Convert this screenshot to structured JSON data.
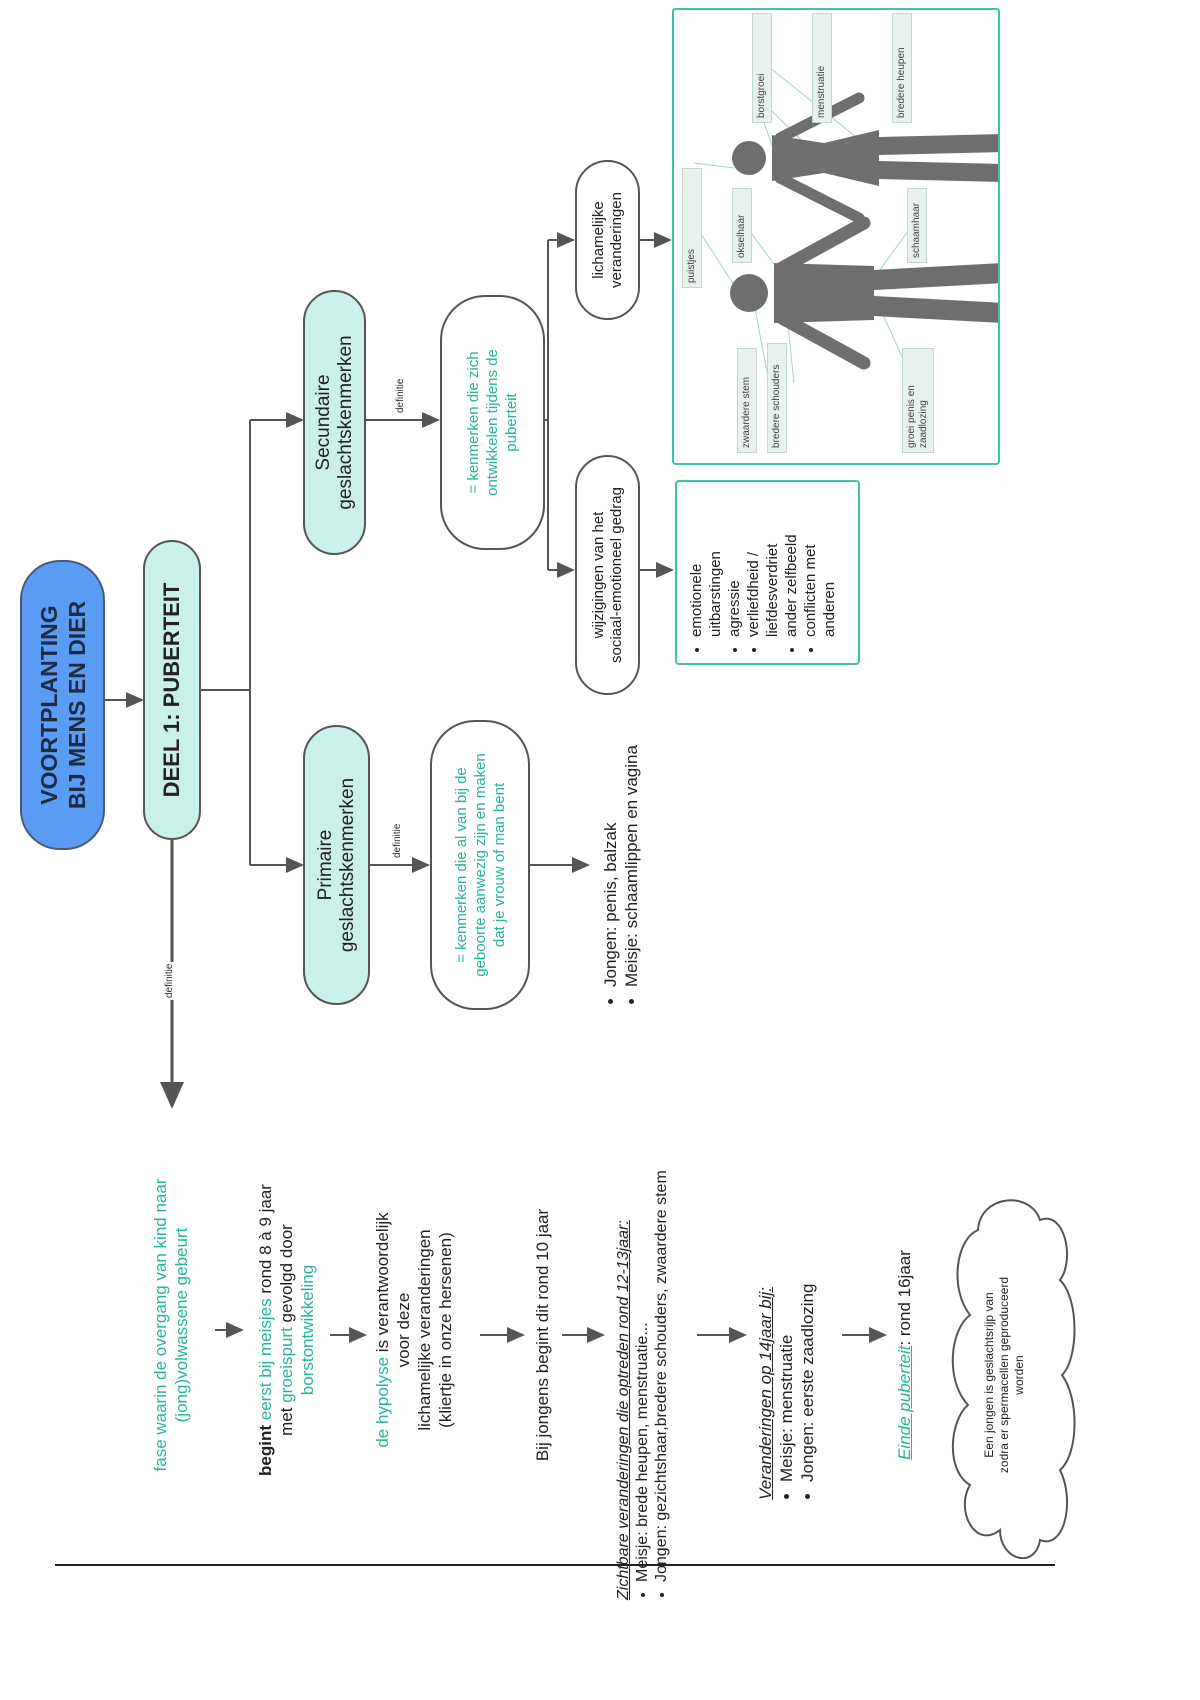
{
  "title": {
    "line1": "VOORTPLANTING",
    "line2": "BIJ MENS EN DIER"
  },
  "part": "DEEL 1: PUBERTEIT",
  "definition_label": "definitie",
  "definition": {
    "part1": "fase waarin de overgang van kind naar",
    "part2": "(jong)volwassene gebeurt"
  },
  "girls_start": {
    "begint": "begint",
    "eerst": "eerst bij meisjes",
    "rond": "rond 8 à 9 jaar",
    "met": "met",
    "groeispurt": "groeispurt",
    "gevolgd": "gevolgd door",
    "borst": "borstontwikkeling"
  },
  "hypofyse": {
    "de": "de hypolyse",
    "is": "is verantwoordelijk",
    "l2": "voor deze",
    "l3": "lichamelijke veranderingen",
    "l4": "(kliertje in onze hersenen)"
  },
  "boys_start": "Bij jongens begint dit rond 10 jaar",
  "visible_changes": {
    "heading": "Zichtbare veranderingen die optreden rond 12-13jaar:",
    "items": [
      "Meisje: brede heupen, menstruatie...",
      "Jongen: gezichtshaar,bredere schouders, zwaardere stem"
    ]
  },
  "changes_14": {
    "heading": "Veranderingen op 14jaar bij:",
    "items": [
      "Meisje: menstruatie",
      "Jongen: eerste zaadlozing"
    ]
  },
  "end": {
    "label": "Einde puberteit",
    "value": ": rond 16jaar"
  },
  "cloud": {
    "l1": "Een jongen is geslachtsrijp van",
    "l2": "zodra er spermacellen geproduceerd",
    "l3": "worden"
  },
  "primary": {
    "title": [
      "Primaire",
      "geslachtskenmerken"
    ],
    "definition": [
      "= kenmerken die al van bij de",
      "geboorte aanwezig zijn en maken",
      "dat je vrouw of man bent"
    ],
    "examples": [
      "Jongen: penis, balzak",
      "Meisje: schaamlippen en vagina"
    ]
  },
  "secondary": {
    "title": [
      "Secundaire",
      "geslachtskenmerken"
    ],
    "definition": [
      "= kenmerken die zich",
      "ontwikkelen tijdens de",
      "puberteit"
    ],
    "social": [
      "wijzigingen van het",
      "sociaal-emotioneel gedrag"
    ],
    "physical": [
      "lichamelijke",
      "veranderingen"
    ],
    "social_items": [
      "emotionele uitbarstingen",
      "agressie",
      "verliefdheid / liefdesverdriet",
      "ander zelfbeeld",
      "conflicten met anderen"
    ],
    "body_labels": {
      "zwaardere_stem": "zwaardere stem",
      "bredere_schouders": "bredere schouders",
      "groei_penis": "groei penis en zaadlozing",
      "puistjes": "puistjes",
      "okselhaar": "okselhaar",
      "schaamhaar": "schaamhaar",
      "borstgroei": "borstgroei",
      "menstruatie": "menstruatie",
      "bredere_heupen": "bredere heupen"
    }
  },
  "colors": {
    "blue": "#5b9cf4",
    "teal_fill": "#c9f1e9",
    "teal_text": "#27b49b",
    "silhouette": "#6e6e6e"
  }
}
